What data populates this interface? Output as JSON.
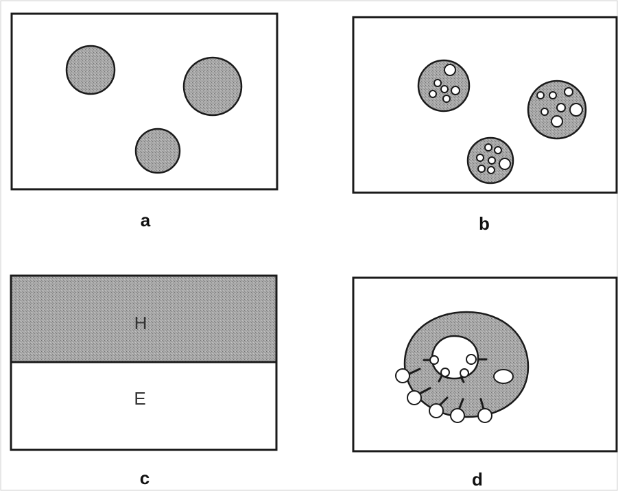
{
  "panels": {
    "a": {
      "label": "a"
    },
    "b": {
      "label": "b"
    },
    "c": {
      "label": "c",
      "top_label": "H",
      "bottom_label": "E"
    },
    "d": {
      "label": "d"
    }
  },
  "colors": {
    "grey_fill": "#9a9a9a",
    "stroke": "#1a1a1a",
    "background": "#ffffff"
  }
}
